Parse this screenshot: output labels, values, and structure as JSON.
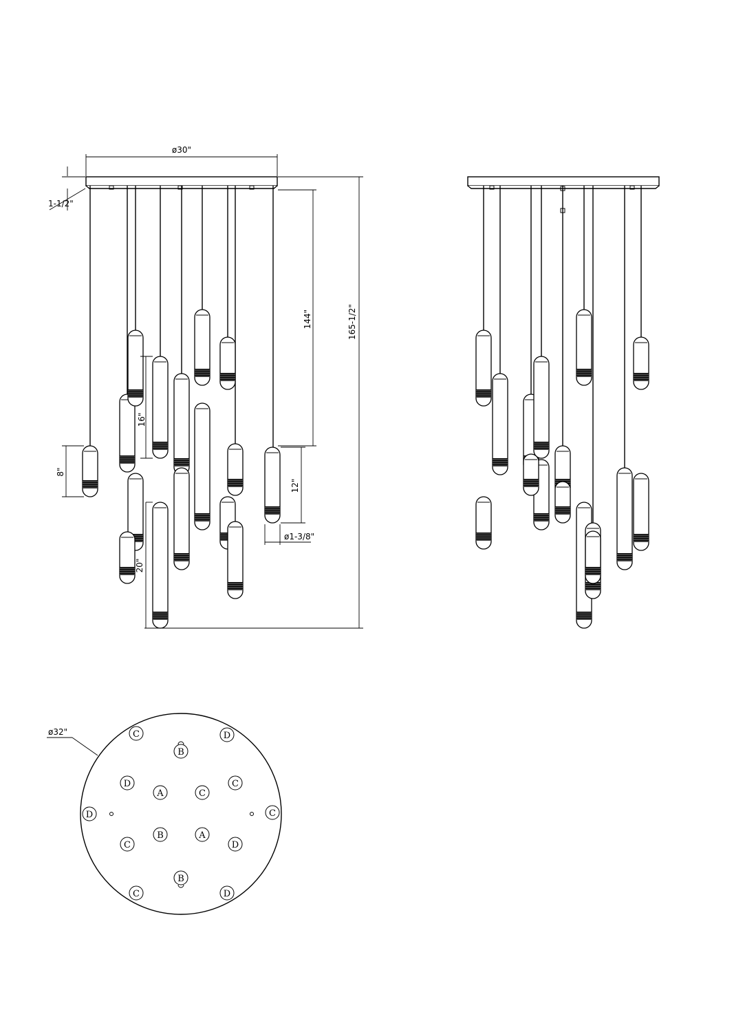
{
  "dimensions": {
    "canopy_diameter": "ø30\"",
    "canopy_height": "1-1/2\"",
    "overall_height": "165-1/2\"",
    "cable_length": "144\"",
    "tube_lengths": [
      "8\"",
      "12\"",
      "16\"",
      "20\""
    ],
    "tube_diameter": "ø1-3/8\"",
    "base_diameter": "ø32\""
  },
  "base_plan": {
    "markers": [
      "C",
      "D",
      "B",
      "D",
      "C",
      "A",
      "C",
      "D",
      "C",
      "C",
      "B",
      "A",
      "D",
      "B",
      "C",
      "D"
    ]
  },
  "colors": {
    "line": "#000000",
    "paper": "#ffffff"
  }
}
